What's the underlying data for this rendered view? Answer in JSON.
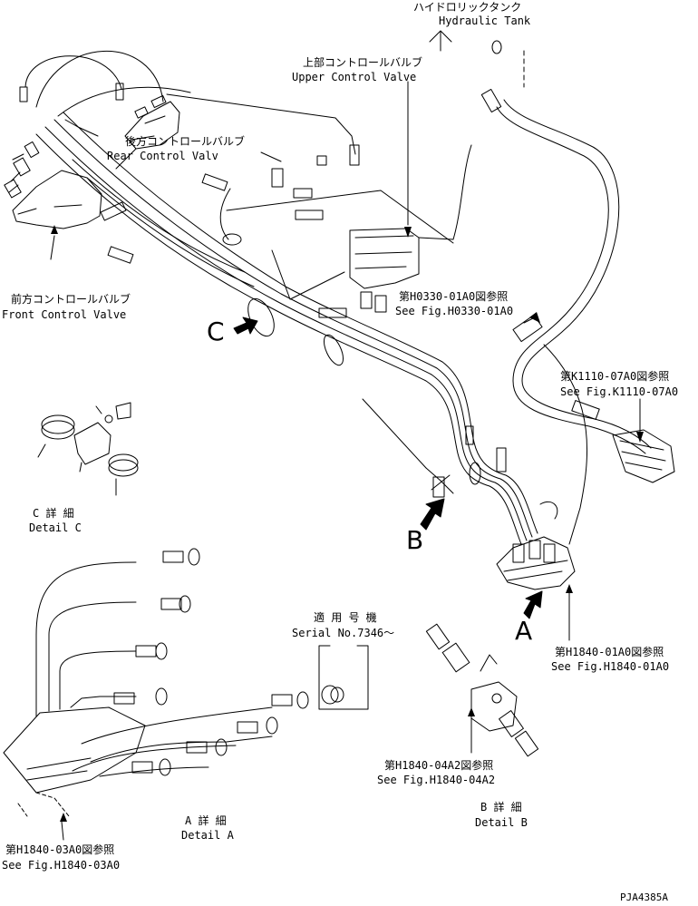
{
  "labels": {
    "hyd_tank_jp": "ハイドロリックタンク",
    "hyd_tank_en": "Hydraulic Tank",
    "upper_cv_jp": "上部コントロールバルブ",
    "upper_cv_en": "Upper Control Valve",
    "rear_cv_jp": "後方コントロールバルブ",
    "rear_cv_en": "Rear Control Valv",
    "front_cv_jp": "前方コントロールバルブ",
    "front_cv_en": "Front Control Valve",
    "h0330_jp": "第H0330-01A0図参照",
    "h0330_en": "See Fig.H0330-01A0",
    "k1110_jp": "第K1110-07A0図参照",
    "k1110_en": "See Fig.K1110-07A0",
    "detail_c_jp": "C 詳 細",
    "detail_c_en": "Detail C",
    "serial_jp": "適 用 号 機",
    "serial_en": "Serial No.7346～",
    "h1840_01_jp": "第H1840-01A0図参照",
    "h1840_01_en": "See Fig.H1840-01A0",
    "h1840_04_jp": "第H1840-04A2図参照",
    "h1840_04_en": "See Fig.H1840-04A2",
    "detail_b_jp": "B 詳 細",
    "detail_b_en": "Detail B",
    "detail_a_jp": "A 詳 細",
    "detail_a_en": "Detail A",
    "h1840_03_jp": "第H1840-03A0図参照",
    "h1840_03_en": "See Fig.H1840-03A0",
    "code": "PJA4385A"
  },
  "view_letters": {
    "c": "C",
    "b": "B",
    "a": "A"
  }
}
